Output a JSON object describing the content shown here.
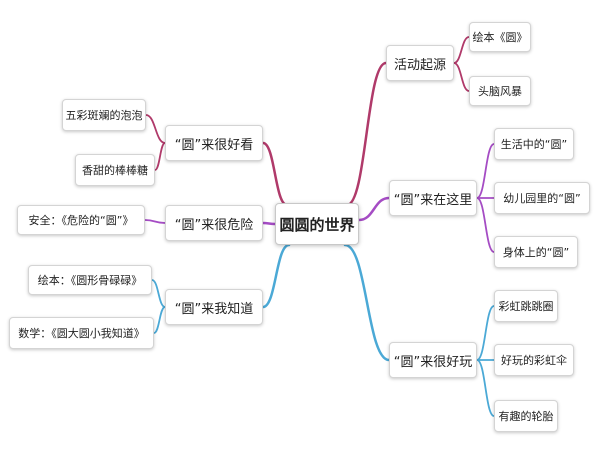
{
  "mindmap": {
    "root": {
      "label": "圆圆的世界"
    },
    "branch_colors": {
      "crimson": "#b03a6a",
      "purple": "#a54cc4",
      "blue": "#4ba9d6"
    },
    "branches": [
      {
        "id": "m1",
        "label": "活动起源",
        "color": "#b03a6a",
        "children": [
          {
            "id": "l1",
            "label": "绘本《圆》"
          },
          {
            "id": "l2",
            "label": "头脑风暴"
          }
        ]
      },
      {
        "id": "m2",
        "label": "“圆”来在这里",
        "color": "#a54cc4",
        "children": [
          {
            "id": "l3",
            "label": "生活中的“圆”"
          },
          {
            "id": "l4",
            "label": "幼儿园里的“圆”"
          },
          {
            "id": "l5",
            "label": "身体上的“圆”"
          }
        ]
      },
      {
        "id": "m3",
        "label": "“圆”来很好玩",
        "color": "#4ba9d6",
        "children": [
          {
            "id": "l6",
            "label": "彩虹跳跳圈"
          },
          {
            "id": "l7",
            "label": "好玩的彩虹伞"
          },
          {
            "id": "l8",
            "label": "有趣的轮胎"
          }
        ]
      },
      {
        "id": "m4",
        "label": "“圆”来很好看",
        "color": "#b03a6a",
        "children": [
          {
            "id": "l9",
            "label": "五彩斑斓的泡泡"
          },
          {
            "id": "l10",
            "label": "香甜的棒棒糖"
          }
        ]
      },
      {
        "id": "m5",
        "label": "“圆”来很危险",
        "color": "#a54cc4",
        "children": [
          {
            "id": "l11",
            "label": "安全：《危险的“圆”》"
          }
        ]
      },
      {
        "id": "m6",
        "label": "“圆”来我知道",
        "color": "#4ba9d6",
        "children": [
          {
            "id": "l12",
            "label": "绘本：《圆形骨碌碌》"
          },
          {
            "id": "l13",
            "label": "数学：《圆大圆小我知道》"
          }
        ]
      }
    ]
  }
}
